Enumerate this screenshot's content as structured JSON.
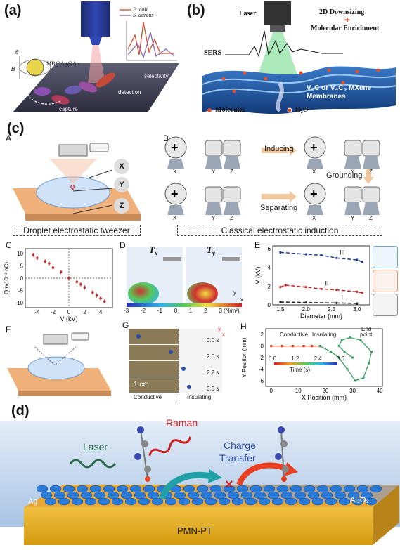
{
  "panels": {
    "a": {
      "letter": "(a)",
      "probe_label": "MB@Ag@Au",
      "legend": [
        "E. coli",
        "S. aureus"
      ],
      "selectivity": "selectivity",
      "detection": "detection",
      "capture": "capture",
      "theta": "θ",
      "B": "B",
      "colors": {
        "ecoli": "#d04a2a",
        "saureus": "#8b6aa8"
      }
    },
    "b": {
      "letter": "(b)",
      "laser": "Laser",
      "line1": "2D Downsizing",
      "plus": "+",
      "line2": "Molecular Enrichment",
      "sers": "SERS",
      "membrane": "V₂C or V₄C₃ MXene Membranes",
      "legend_molecules": "Molecules",
      "legend_h2o": "H₂O"
    },
    "c": {
      "letter": "(c)",
      "A": {
        "letter": "A",
        "X": "X",
        "Y": "Y",
        "Z": "Z",
        "Q": "Q",
        "caption": "Droplet electrostatic tweezer"
      },
      "B": {
        "letter": "B",
        "inducing": "Inducing",
        "grounding": "Grounding",
        "separating": "Separating",
        "caption": "Classical  electrostatic induction",
        "X": "X",
        "Y": "Y",
        "Z": "Z"
      },
      "C": {
        "letter": "C"
      },
      "D": {
        "letter": "D",
        "tx": "T",
        "tx_sub": "x",
        "ty": "T",
        "ty_sub": "y",
        "ticks": [
          "-3",
          "-2",
          "-1",
          "0",
          "1",
          "2",
          "3"
        ],
        "unit": "(N/m²)",
        "axis_y": "y",
        "axis_x": "x"
      },
      "E": {
        "letter": "E"
      },
      "F": {
        "letter": "F"
      },
      "G": {
        "letter": "G",
        "scale": "1 cm",
        "times": [
          "0.0 s",
          "2.0 s",
          "2.2 s",
          "3.6 s"
        ],
        "conductive": "Conductive",
        "insulating": "Insulating",
        "axis_y": "y",
        "axis_x": "x"
      },
      "H": {
        "letter": "H",
        "conductive": "Conductive",
        "insulating": "Insulating",
        "end": "End",
        "point": "point",
        "time_label": "Time (s)",
        "time_ticks": [
          "0.0",
          "1.2",
          "2.4",
          "3.6"
        ]
      }
    },
    "d": {
      "letter": "(d)",
      "laser": "Laser",
      "raman": "Raman",
      "charge": "Charge",
      "transfer": "Transfer",
      "ag": "Ag",
      "al2o3": "Al₂O₃",
      "substrate": "PMN-PT"
    }
  },
  "chart_data": [
    {
      "type": "scatter",
      "panel": "C",
      "xlabel": "V (kV)",
      "ylabel": "Q (x10⁻² nC)",
      "xticks": [
        "-4",
        "-2",
        "0",
        "2",
        "4"
      ],
      "yticks": [
        "10",
        "5",
        "0",
        "-5",
        "-10"
      ],
      "xlim": [
        -5.5,
        5.5
      ],
      "ylim": [
        -12,
        12
      ],
      "x": [
        -4.5,
        -4,
        -3,
        -2.5,
        -2,
        -1,
        0,
        1,
        1.5,
        2,
        3,
        3.5,
        4,
        4.5
      ],
      "y": [
        9.5,
        8.2,
        6.8,
        6.0,
        4.3,
        2.5,
        0,
        -1.5,
        -2.5,
        -3.8,
        -5.8,
        -7.0,
        -8.2,
        -9.5
      ]
    },
    {
      "type": "scatter",
      "panel": "E",
      "xlabel": "Diameter (mm)",
      "ylabel": "V (kV)",
      "xticks": [
        "1.5",
        "2.0",
        "2.5",
        "3.0"
      ],
      "yticks": [
        "0",
        "2",
        "4",
        "6"
      ],
      "xlim": [
        1.35,
        3.25
      ],
      "ylim": [
        0,
        6.3
      ],
      "region_labels": [
        "III",
        "II",
        "I"
      ],
      "series": [
        {
          "name": "III",
          "x": [
            1.5,
            2.0,
            2.3,
            2.6,
            3.0,
            3.1
          ],
          "y": [
            5.6,
            5.4,
            5.3,
            5.0,
            4.8,
            4.6
          ]
        },
        {
          "name": "II",
          "x": [
            1.5,
            1.6,
            2.0,
            2.3,
            2.6,
            3.0,
            3.1
          ],
          "y": [
            1.9,
            2.1,
            1.9,
            1.7,
            1.6,
            1.4,
            1.3
          ]
        },
        {
          "name": "I",
          "x": [
            1.5,
            2.0,
            2.6,
            3.0
          ],
          "y": [
            0.3,
            0.25,
            0.2,
            0.15
          ]
        }
      ]
    },
    {
      "type": "line",
      "panel": "H",
      "xlabel": "X Position (mm)",
      "ylabel": "Y Position (mm)",
      "xticks": [
        "0",
        "10",
        "20",
        "30",
        "40"
      ],
      "yticks": [
        "2",
        "0",
        "-2",
        "-4",
        "-6"
      ],
      "xlim": [
        -2,
        41
      ],
      "ylim": [
        -7,
        3
      ],
      "series": [
        {
          "name": "Conductive",
          "x": [
            0,
            4,
            8,
            12,
            15,
            18
          ],
          "y": [
            0,
            0,
            0,
            0,
            0,
            0
          ]
        },
        {
          "name": "Insulating",
          "x": [
            18,
            22,
            25,
            28,
            31,
            34,
            36,
            37,
            33,
            29,
            26,
            25,
            27,
            30
          ],
          "y": [
            0,
            -1,
            -2,
            -4,
            -6,
            -5.5,
            -3,
            -1,
            1,
            1.5,
            1,
            0,
            -1,
            -2
          ]
        }
      ]
    }
  ]
}
